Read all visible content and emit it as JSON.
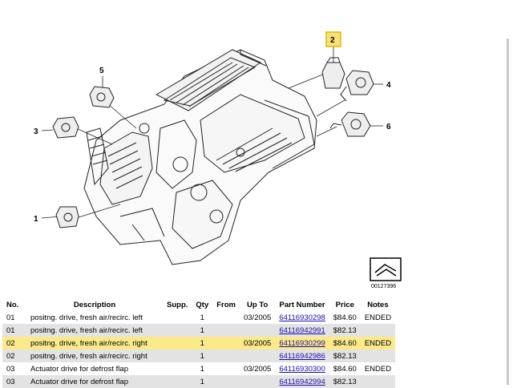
{
  "diagram": {
    "callouts": [
      "1",
      "2",
      "3",
      "4",
      "5",
      "6"
    ],
    "highlighted_callout": "2",
    "reference_code": "00127396"
  },
  "table": {
    "headers": [
      "No.",
      "Description",
      "Supp.",
      "Qty",
      "From",
      "Up To",
      "Part Number",
      "Price",
      "Notes"
    ],
    "rows": [
      {
        "no": "01",
        "desc": "positng. drive, fresh air/recirc. left",
        "supp": "",
        "qty": "1",
        "from": "",
        "upto": "03/2005",
        "pn": "64116930298",
        "price": "$84.60",
        "notes": "ENDED"
      },
      {
        "no": "01",
        "desc": "positng. drive, fresh air/recirc. left",
        "supp": "",
        "qty": "1",
        "from": "",
        "upto": "",
        "pn": "64116942991",
        "price": "$82.13",
        "notes": ""
      },
      {
        "no": "02",
        "desc": "positng. drive, fresh air/recirc. right",
        "supp": "",
        "qty": "1",
        "from": "",
        "upto": "03/2005",
        "pn": "64116930299",
        "price": "$84.60",
        "notes": "ENDED"
      },
      {
        "no": "02",
        "desc": "positng. drive, fresh air/recirc. right",
        "supp": "",
        "qty": "1",
        "from": "",
        "upto": "",
        "pn": "64116942986",
        "price": "$82.13",
        "notes": ""
      },
      {
        "no": "03",
        "desc": "Actuator drive for defrost flap",
        "supp": "",
        "qty": "1",
        "from": "",
        "upto": "03/2005",
        "pn": "64116930300",
        "price": "$84.60",
        "notes": "ENDED"
      },
      {
        "no": "03",
        "desc": "Actuator drive for defrost flap",
        "supp": "",
        "qty": "1",
        "from": "",
        "upto": "",
        "pn": "64116942994",
        "price": "$82.13",
        "notes": ""
      }
    ]
  }
}
